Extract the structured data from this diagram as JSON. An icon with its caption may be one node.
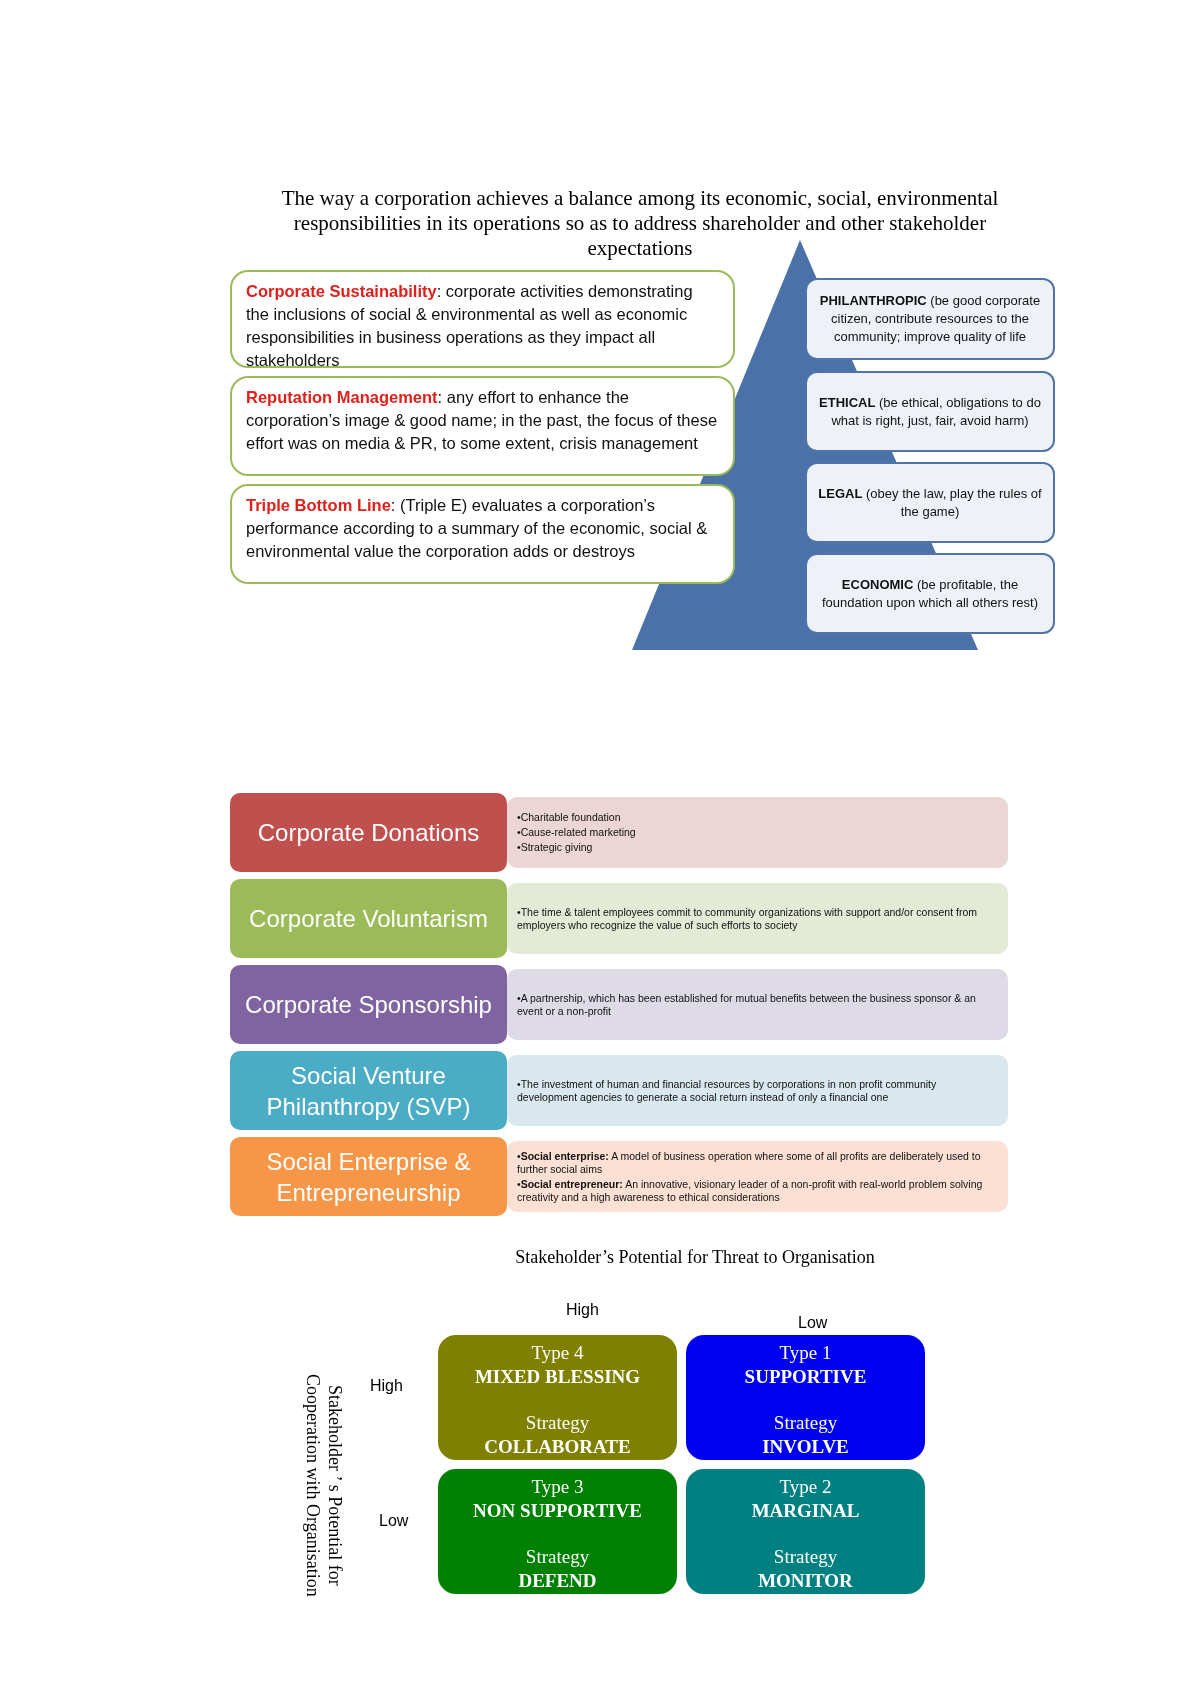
{
  "diagram": {
    "nodes": [
      {
        "text": [
          "**Corporate Sustainability**: corporate activities demonstrating the inclusions of social & environmental as well as economic responsibilities in business operations as they impact all stakeholders"
        ]
      },
      {
        "text": [
          "**Reputation Management**: any effort to enhance the corporation’s image & good name; in the past, the focus of these effort was on media & PR, to some extent, crisis management"
        ]
      },
      {
        "text": [
          "**Triple Bottom Line**: (Triple E) evaluates a corporation’s performance according to a summary of the economic, social & environmental value the corporation adds or destroys"
        ]
      },
      {
        "text": [
          "**PHILANTHROPIC** (be good corporate citizen, contribute resources to the community; improve quality of life"
        ]
      },
      {
        "text": [
          "**ETHICAL** (be ethical, obligations to do what is right, just, fair, avoid harm)"
        ]
      },
      {
        "text": [
          "**LEGAL** (obey the law, play the rules of the game)"
        ]
      },
      {
        "text": [
          "**ECONOMIC** (be profitable, the foundation upon which all others rest)"
        ]
      },
      {
        "text": [
          "Corporate Donations"
        ]
      },
      {
        "text": [
          "•Charitable foundation",
          "•Cause-related marketing",
          "•Strategic giving"
        ]
      },
      {
        "text": [
          "Corporate Voluntarism"
        ]
      },
      {
        "text": [
          "•The time & talent employees commit to community organizations with support and/or consent from employers who recognize the value of such efforts to society"
        ]
      },
      {
        "text": [
          "Corporate Sponsorship"
        ]
      },
      {
        "text": [
          "•A partnership, which has been established for mutual benefits between the business sponsor & an event or a non-profit"
        ]
      },
      {
        "text": [
          "Social Venture Philanthropy (SVP)"
        ]
      },
      {
        "text": [
          "•The investment of human and financial resources by corporations in non profit community development agencies to generate a social return instead of only a financial one"
        ]
      },
      {
        "text": [
          "Social Enterprise & Entrepreneurship"
        ]
      },
      {
        "text": [
          "•**Social enterprise:** A model of business operation where some of all profits are deliberately used to further social aims",
          "•**Social entrepreneur:** An innovative, visionary leader of a non-profit with real-world problem solving creativity and a high awareness to ethical considerations"
        ]
      },
      {
        "text": [
          "Type 4",
          "MIXED BLESSING",
          "Strategy",
          "COLLABORATE"
        ]
      },
      {
        "text": [
          "Type 1",
          "SUPPORTIVE",
          "Strategy",
          "INVOLVE"
        ]
      },
      {
        "text": [
          "Type 3",
          "NON SUPPORTIVE",
          "Strategy",
          "DEFEND"
        ]
      },
      {
        "text": [
          "Type 2",
          "MARGINAL",
          "Strategy",
          "MONITOR"
        ]
      }
    ],
    "edges": [],
    "labels": [
      "The way a corporation achieves a balance among its economic, social, environmental responsibilities in its operations so as to address shareholder and other stakeholder expectations",
      "Stakeholder’s Potential for Threat to Organisation",
      "High",
      "Low",
      "Stakeholder ’ s Potential for Cooperation with Organisation",
      "High",
      "Low"
    ]
  }
}
